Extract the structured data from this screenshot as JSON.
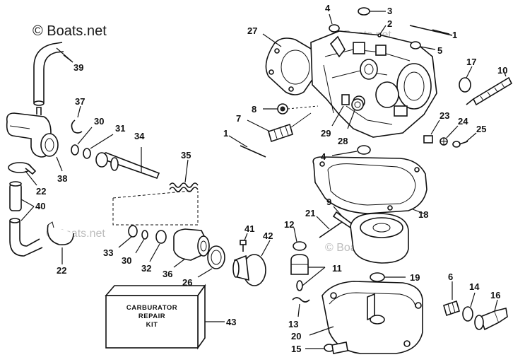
{
  "watermark": {
    "main": "© Boats.net",
    "faint_1": "© Boats.net",
    "faint_2": "© Boats.net",
    "faint_3": "© Boats.net"
  },
  "kit_box": {
    "line1": "CARBURATOR",
    "line2": "REPAIR",
    "line3": "KIT"
  },
  "callouts": {
    "c1": "1",
    "c2": "2",
    "c3": "3",
    "c4": "4",
    "c5": "5",
    "c6": "6",
    "c7": "7",
    "c8": "8",
    "c9": "9",
    "c10": "10",
    "c11": "11",
    "c12": "12",
    "c13": "13",
    "c14": "14",
    "c15": "15",
    "c16": "16",
    "c17": "17",
    "c18": "18",
    "c19": "19",
    "c20": "20",
    "c21": "21",
    "c22": "22",
    "c23": "23",
    "c24": "24",
    "c25": "25",
    "c26": "26",
    "c27": "27",
    "c28": "28",
    "c29": "29",
    "c30": "30",
    "c31": "31",
    "c32": "32",
    "c33": "33",
    "c34": "34",
    "c35": "35",
    "c36": "36",
    "c37": "37",
    "c38": "38",
    "c39": "39",
    "c40": "40",
    "c41": "41",
    "c42": "42",
    "c43": "43"
  },
  "callout_labels": {
    "c1b": "1",
    "c4b": "4",
    "c22b": "22",
    "c30b": "30"
  }
}
